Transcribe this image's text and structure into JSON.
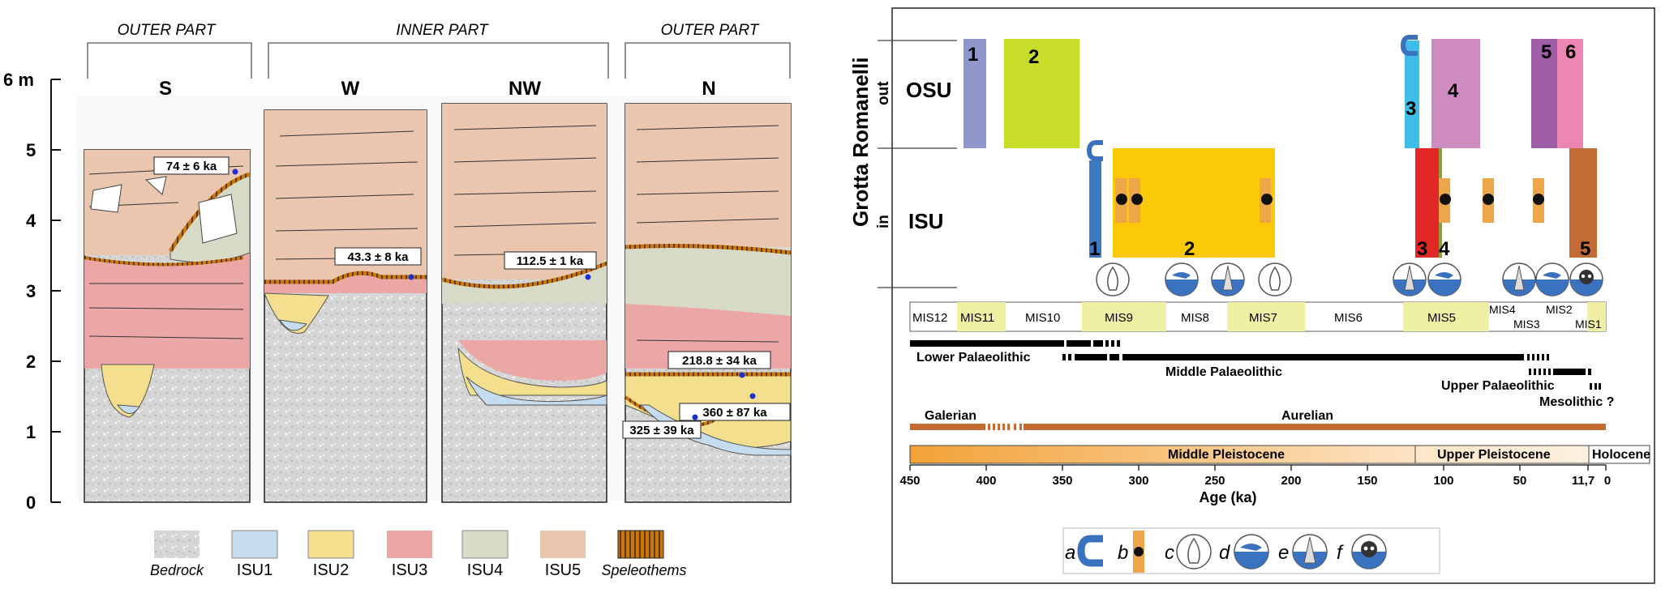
{
  "left": {
    "parts": [
      "OUTER PART",
      "INNER PART",
      "OUTER PART"
    ],
    "yaxis": [
      "6 m",
      "5",
      "4",
      "3",
      "2",
      "1",
      "0"
    ],
    "sections": [
      "S",
      "W",
      "NW",
      "N"
    ],
    "dates": [
      "74 ± 6 ka",
      "43.3 ± 8 ka",
      "112.5 ± 1 ka",
      "218.8 ± 34 ka",
      "360 ± 87 ka",
      "325 ± 39 ka"
    ],
    "legend": [
      "Bedrock",
      "ISU1",
      "ISU2",
      "ISU3",
      "ISU4",
      "ISU5",
      "Speleothems"
    ]
  },
  "right": {
    "title": "Grotta Romanelli",
    "out_label": "out",
    "in_label": "in",
    "osu": "OSU",
    "isu": "ISU",
    "bar_numbers": {
      "osu": [
        "1",
        "2",
        "3",
        "4",
        "5",
        "6"
      ],
      "isu": [
        "1",
        "2",
        "3",
        "4",
        "5"
      ]
    },
    "mis": [
      "MIS12",
      "MIS11",
      "MIS10",
      "MIS9",
      "MIS8",
      "MIS7",
      "MIS6",
      "MIS5",
      "MIS4",
      "MIS3",
      "MIS2",
      "MIS1"
    ],
    "cultures": [
      "Lower Palaeolithic",
      "Middle Palaeolithic",
      "Upper Palaeolithic",
      "Mesolithic ?"
    ],
    "faunal": [
      "Galerian",
      "Aurelian"
    ],
    "epochs": [
      "Middle Pleistocene",
      "Upper Pleistocene",
      "Holocene"
    ],
    "age_ticks": [
      "450",
      "400",
      "350",
      "300",
      "250",
      "200",
      "150",
      "100",
      "50",
      "11,7",
      "0"
    ],
    "age_label": "Age (ka)",
    "legend_letters": [
      "a",
      "b",
      "c",
      "d",
      "e",
      "f"
    ]
  },
  "colors": {
    "bedrock": "#d4d4d4",
    "isu1": "#c5dcef",
    "isu2": "#f3df8e",
    "isu3": "#eba7a5",
    "isu4": "#d8dac8",
    "isu5": "#e9c6ad",
    "speleothem": "#c9770e",
    "osu1": "#8f97cc",
    "osu2": "#c8dc2a",
    "osu3": "#3dbde8",
    "osu4": "#cf8cc0",
    "osu5": "#a15ea8",
    "osu6": "#ee86b5",
    "isu_1": "#3c79c0",
    "isu_2": "#fcc90a",
    "isu_3": "#e22727",
    "isu_4": "#8c9f33",
    "isu_5": "#c26b34",
    "blue_icon": "#3b72c0",
    "orange": "#eda64a"
  }
}
